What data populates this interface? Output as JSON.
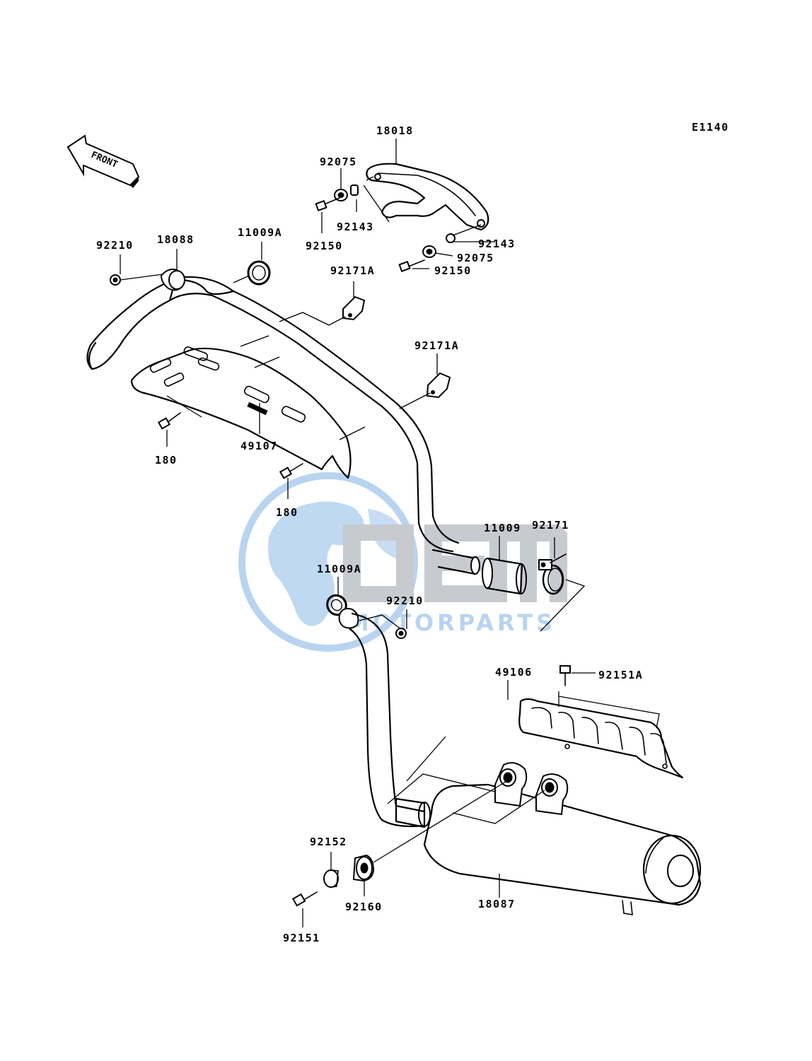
{
  "diagram_code": "E1140",
  "front_label": "FRONT",
  "watermark": {
    "brand": "OEM",
    "tagline": "MOTORPARTS",
    "color": "#7fb2e5"
  },
  "parts": {
    "p18018": "18018",
    "p92075_top": "92075",
    "p92143_left": "92143",
    "p92150_left": "92150",
    "p92143_right": "92143",
    "p92075_right": "92075",
    "p92150_right": "92150",
    "p92210_top": "92210",
    "p18088": "18088",
    "p11009A_top": "11009A",
    "p92171A_top": "92171A",
    "p92171A_mid": "92171A",
    "p49107": "49107",
    "p180_left": "180",
    "p180_mid": "180",
    "p11009": "11009",
    "p92171": "92171",
    "p11009A_mid": "11009A",
    "p92210_mid": "92210",
    "p49106": "49106",
    "p92151A": "92151A",
    "p92152": "92152",
    "p92160": "92160",
    "p18087": "18087",
    "p92151": "92151"
  }
}
